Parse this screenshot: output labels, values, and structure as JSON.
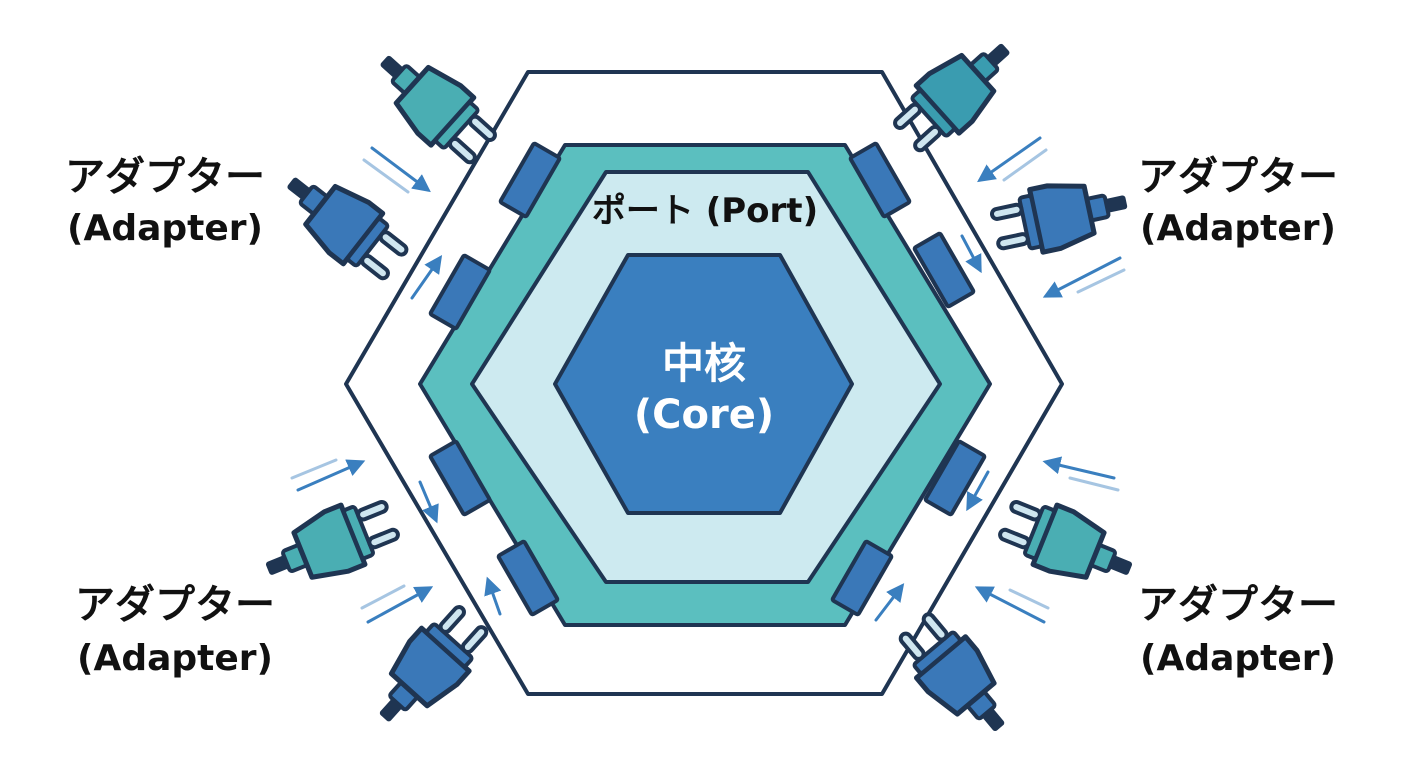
{
  "colors": {
    "outline": "#1f3552",
    "port_ring": "#5bbfbf",
    "port_fill": "#cdeaf0",
    "core_fill": "#3a7fbf",
    "connector": "#3a78b8",
    "plug_blue": "#3a78b8",
    "plug_teal": "#4aaeb3",
    "arrow": "#3a7fbf"
  },
  "core": {
    "title": "中核",
    "subtitle": "(Core)"
  },
  "port": {
    "label": "ポート (Port)"
  },
  "adapters": {
    "top_left": {
      "title": "アダプター",
      "subtitle": "(Adapter)",
      "icon": "plug-icon"
    },
    "top_right": {
      "title": "アダプター",
      "subtitle": "(Adapter)",
      "icon": "plug-icon"
    },
    "bottom_left": {
      "title": "アダプター",
      "subtitle": "(Adapter)",
      "icon": "plug-icon"
    },
    "bottom_right": {
      "title": "アダプター",
      "subtitle": "(Adapter)",
      "icon": "plug-icon"
    }
  }
}
